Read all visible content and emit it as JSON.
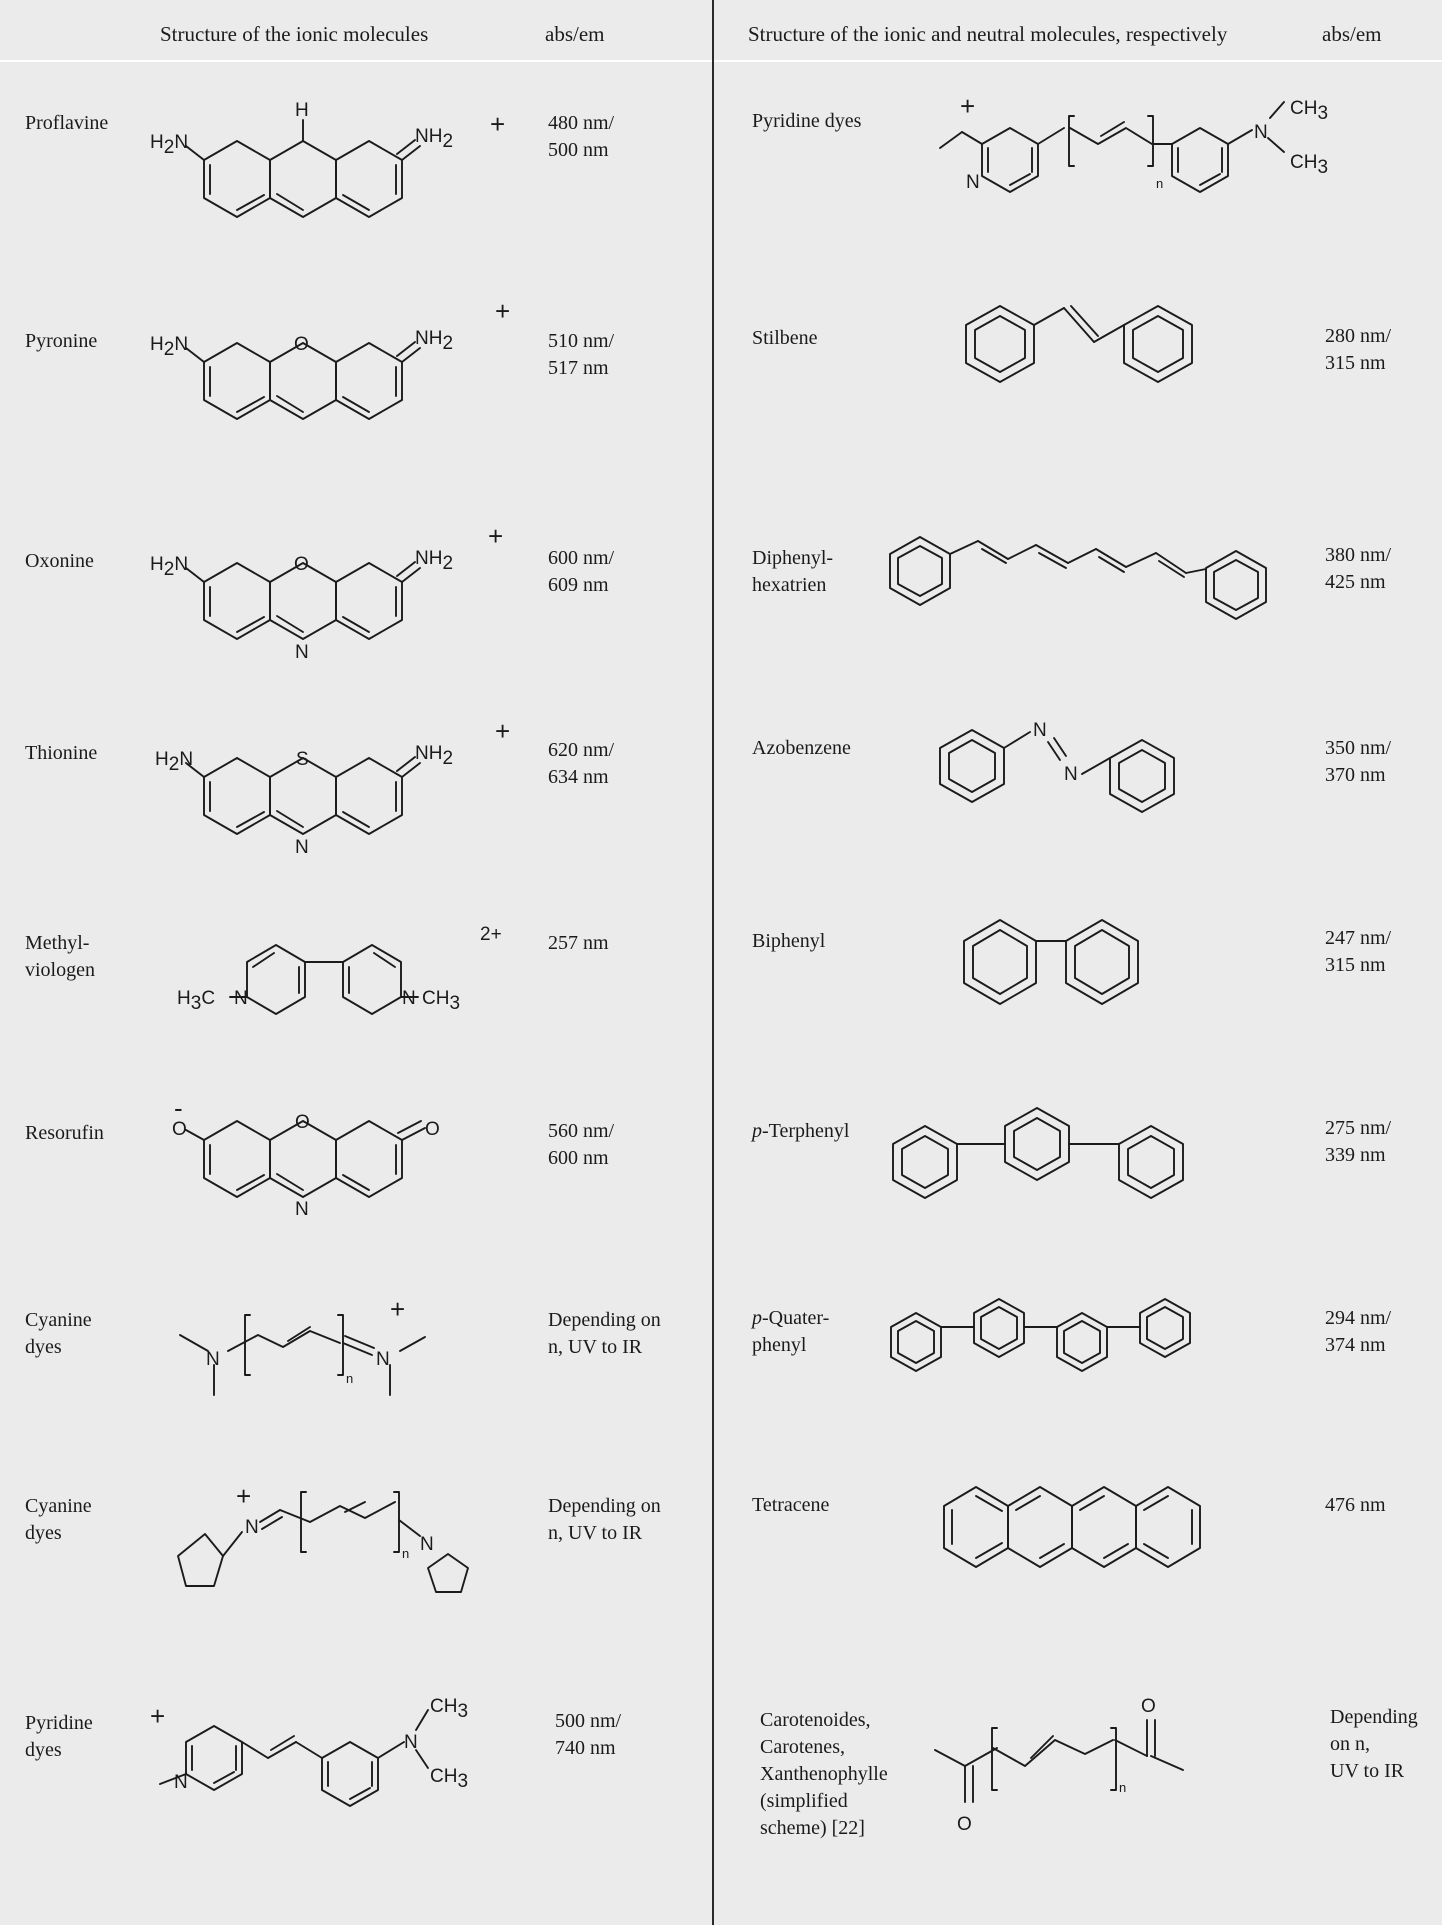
{
  "header": {
    "left_structure": "Structure of the ionic molecules",
    "left_absem": "abs/em",
    "right_structure": "Structure of the ionic and neutral molecules, respectively",
    "right_absem": "abs/em"
  },
  "left_rows": [
    {
      "name": "Proflavine",
      "value": "480 nm/\n500 nm"
    },
    {
      "name": "Pyronine",
      "value": "510 nm/\n517 nm"
    },
    {
      "name": "Oxonine",
      "value": "600 nm/\n609 nm"
    },
    {
      "name": "Thionine",
      "value": "620 nm/\n634 nm"
    },
    {
      "name": "Methyl-\nviologen",
      "value": "257 nm"
    },
    {
      "name": "Resorufin",
      "value": "560 nm/\n600 nm"
    },
    {
      "name": "Cyanine\ndyes",
      "value": "Depending on\nn, UV to IR"
    },
    {
      "name": "Cyanine\ndyes",
      "value": "Depending on\nn, UV to IR"
    },
    {
      "name": "Pyridine\ndyes",
      "value": "500 nm/\n740 nm"
    }
  ],
  "right_rows": [
    {
      "name": "Pyridine dyes",
      "value": ""
    },
    {
      "name": "Stilbene",
      "value": "280 nm/\n315 nm"
    },
    {
      "name": "Diphenyl-\nhexatrien",
      "value": "380 nm/\n425 nm"
    },
    {
      "name": "Azobenzene",
      "value": "350 nm/\n370 nm"
    },
    {
      "name": "Biphenyl",
      "value": "247 nm/\n315 nm"
    },
    {
      "name": "p-Terphenyl",
      "value": "275 nm/\n339 nm"
    },
    {
      "name": "p-Quater-\nphenyl",
      "value": "294 nm/\n374 nm"
    },
    {
      "name": "Tetracene",
      "value": "476 nm"
    },
    {
      "name": "Carotenoides,\nCarotenes,\nXanthenophylle\n(simplified\nscheme) [22]",
      "value": "Depending\non n,\nUV to IR"
    }
  ],
  "labels": {
    "h": "H",
    "h2n": "H2N",
    "nh2": "NH2",
    "n": "N",
    "o": "O",
    "s": "S",
    "ch3": "CH3",
    "h3c": "H3C",
    "sub_n": "n",
    "plus": "+",
    "two_plus": "2+",
    "minus": "-"
  }
}
